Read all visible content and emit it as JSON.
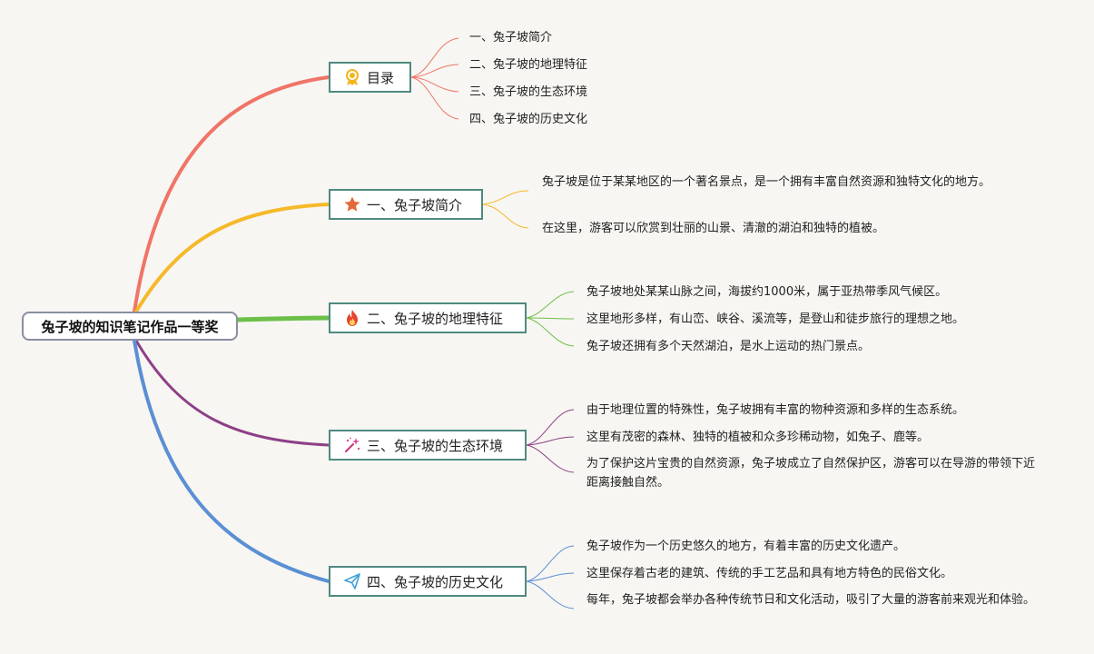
{
  "root": {
    "title": "兔子坡的知识笔记作品一等奖"
  },
  "colors": {
    "toc": "#f07467",
    "intro": "#f5b92a",
    "geo": "#6cc04a",
    "eco": "#8e3f87",
    "history": "#5b8fd5",
    "topic_border": "#4f8a80"
  },
  "branches": [
    {
      "key": "toc",
      "label": "目录",
      "icon": "ribbon-badge-icon",
      "items": [
        "一、兔子坡简介",
        "二、兔子坡的地理特征",
        "三、兔子坡的生态环境",
        "四、兔子坡的历史文化"
      ]
    },
    {
      "key": "intro",
      "label": "一、兔子坡简介",
      "icon": "star-icon",
      "items": [
        "兔子坡是位于某某地区的一个著名景点，是一个拥有丰富自然资源和独特文化的地方。",
        "在这里，游客可以欣赏到壮丽的山景、清澈的湖泊和独特的植被。"
      ]
    },
    {
      "key": "geo",
      "label": "二、兔子坡的地理特征",
      "icon": "fire-icon",
      "items": [
        "兔子坡地处某某山脉之间，海拔约1000米，属于亚热带季风气候区。",
        "这里地形多样，有山峦、峡谷、溪流等，是登山和徒步旅行的理想之地。",
        "兔子坡还拥有多个天然湖泊，是水上运动的热门景点。"
      ]
    },
    {
      "key": "eco",
      "label": "三、兔子坡的生态环境",
      "icon": "sparkle-wand-icon",
      "items": [
        "由于地理位置的特殊性，兔子坡拥有丰富的物种资源和多样的生态系统。",
        "这里有茂密的森林、独特的植被和众多珍稀动物，如兔子、鹿等。",
        "为了保护这片宝贵的自然资源，兔子坡成立了自然保护区，游客可以在导游的带领下近距离接触自然。"
      ]
    },
    {
      "key": "history",
      "label": "四、兔子坡的历史文化",
      "icon": "paper-plane-icon",
      "items": [
        "兔子坡作为一个历史悠久的地方，有着丰富的历史文化遗产。",
        "这里保存着古老的建筑、传统的手工艺品和具有地方特色的民俗文化。",
        "每年，兔子坡都会举办各种传统节日和文化活动，吸引了大量的游客前来观光和体验。"
      ]
    }
  ]
}
